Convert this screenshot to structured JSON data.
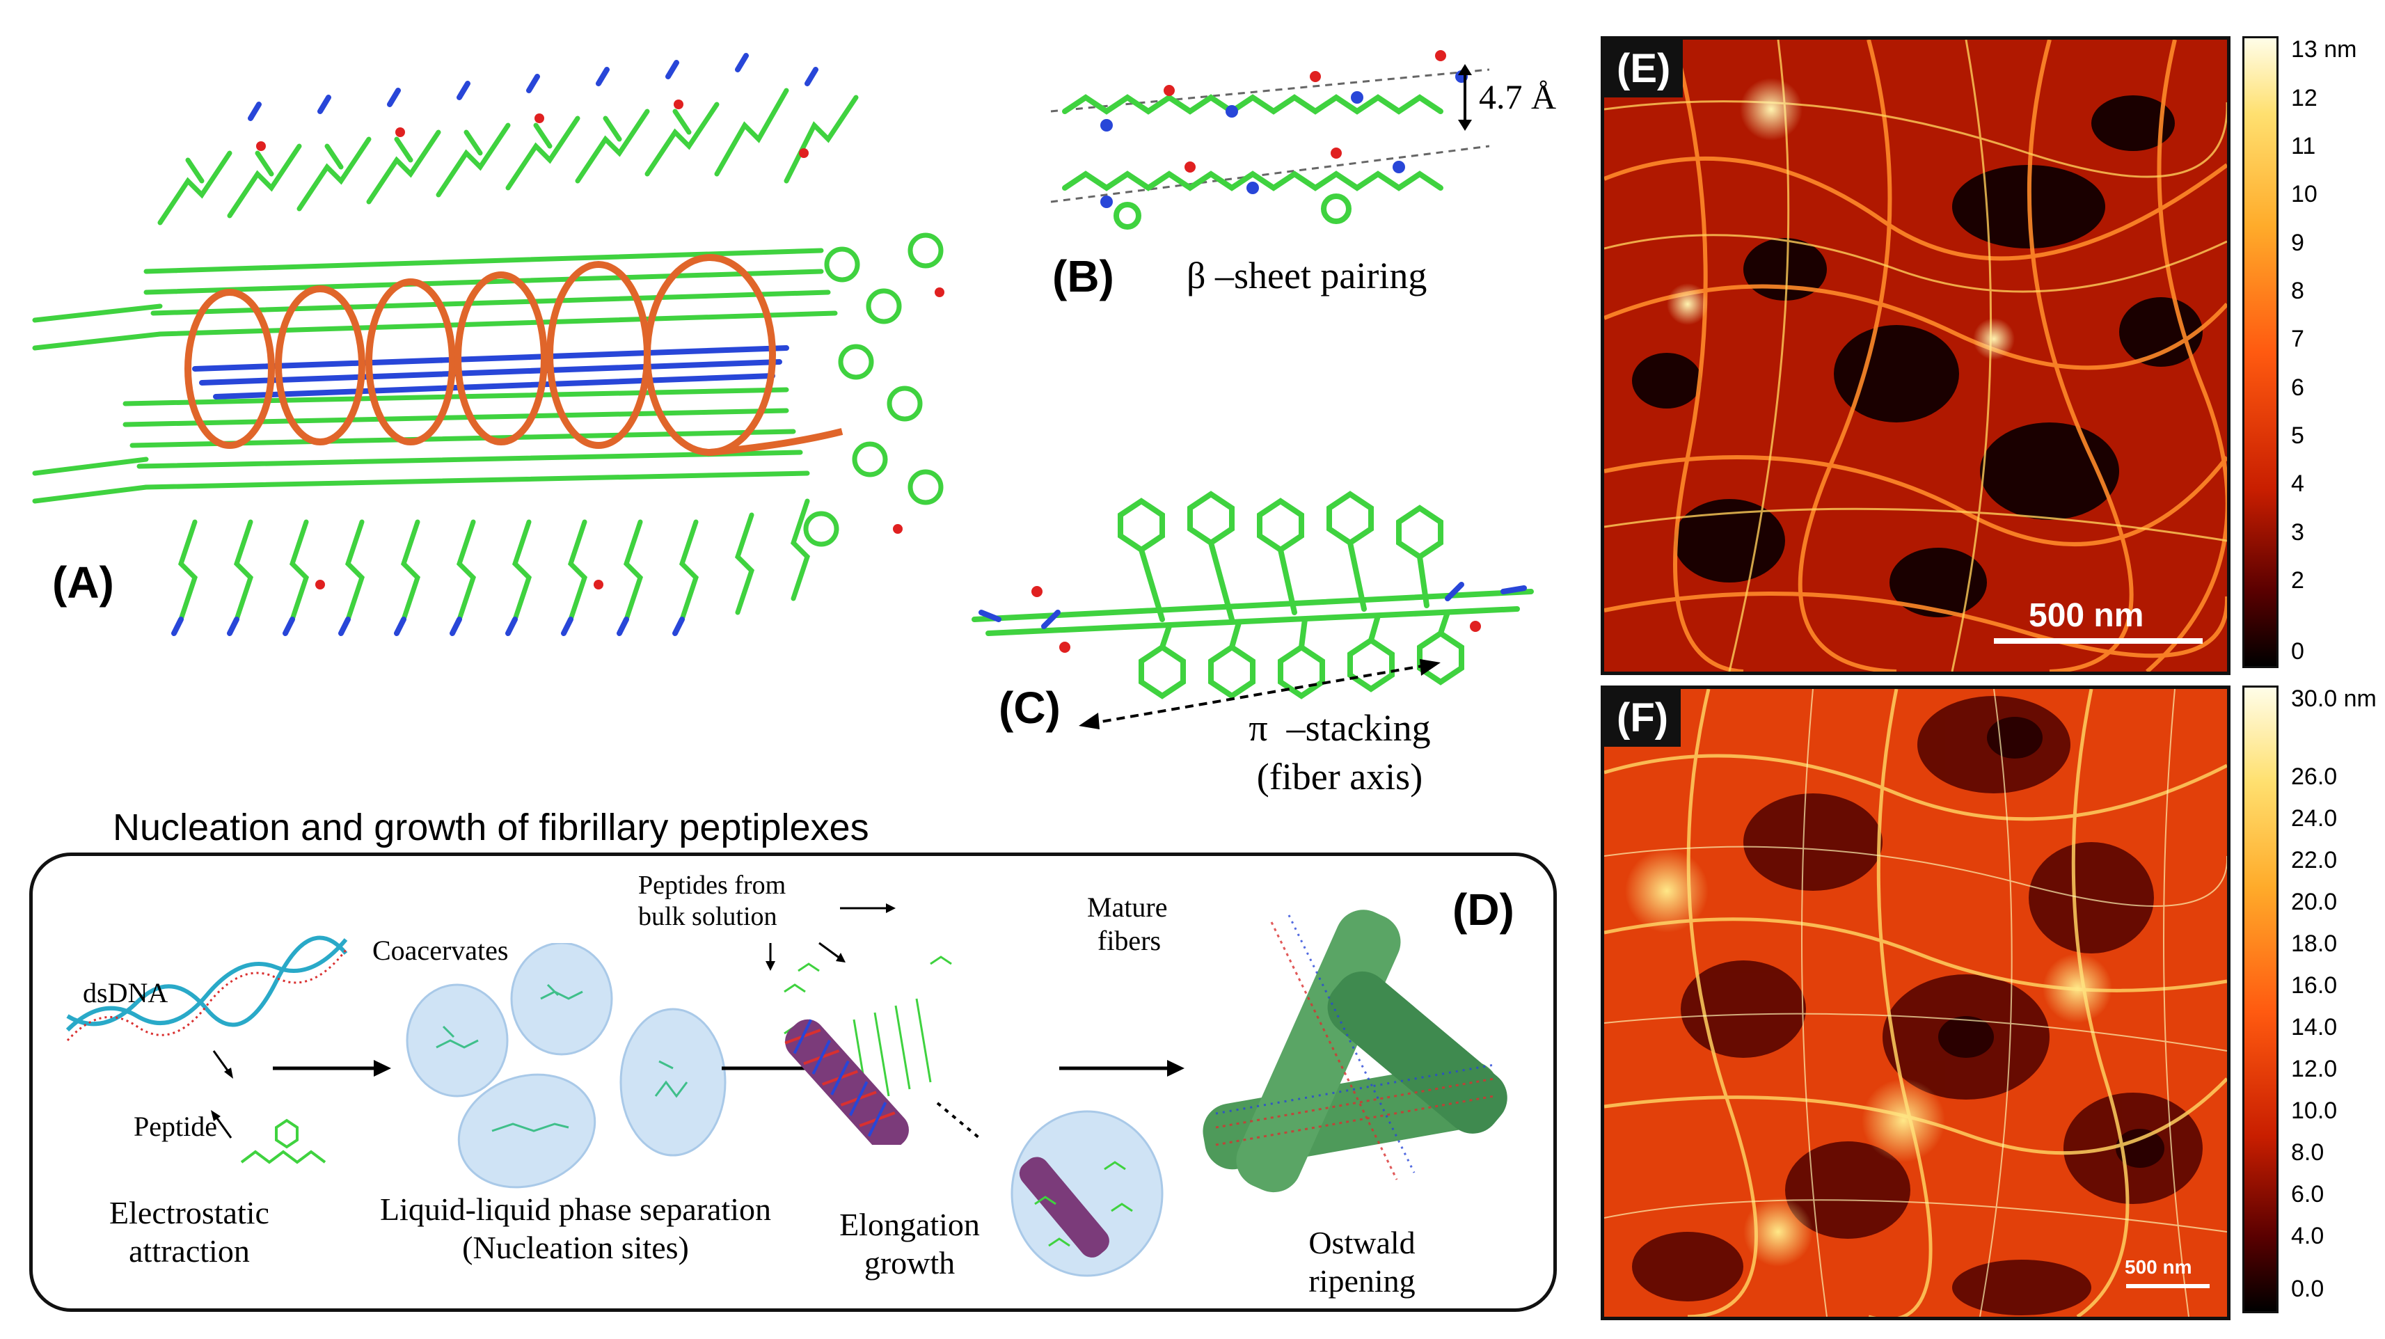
{
  "panels": {
    "A": {
      "label": "(A)"
    },
    "B": {
      "label": "(B)",
      "caption": "β –sheet pairing",
      "distance": "4.7 Å"
    },
    "C": {
      "label": "(C)",
      "caption_line1": "π  –stacking",
      "caption_line2": "(fiber axis)"
    },
    "D": {
      "label": "(D)",
      "title": "Nucleation and growth of fibrillary peptiplexes",
      "labels": {
        "dsdna": "dsDNA",
        "peptide": "Peptide",
        "coacervates": "Coacervates",
        "peptides_from_1": "Peptides from",
        "peptides_from_2": "bulk solution",
        "mature_1": "Mature",
        "mature_2": "fibers"
      },
      "stages": [
        {
          "line1": "Electrostatic",
          "line2": "attraction"
        },
        {
          "line1": "Liquid-liquid phase separation",
          "line2": "(Nucleation sites)"
        },
        {
          "line1": "Elongation",
          "line2": "growth"
        },
        {
          "line1": "Ostwald",
          "line2": "ripening"
        }
      ]
    },
    "E": {
      "label": "(E)",
      "scalebar": "500 nm",
      "colorbar_ticks": [
        "13 nm",
        "12",
        "11",
        "10",
        "9",
        "8",
        "7",
        "6",
        "5",
        "4",
        "3",
        "2",
        "0"
      ]
    },
    "F": {
      "label": "(F)",
      "scalebar": "500 nm",
      "colorbar_ticks": [
        "30.0 nm",
        "26.0",
        "24.0",
        "22.0",
        "20.0",
        "18.0",
        "16.0",
        "14.0",
        "12.0",
        "10.0",
        "8.0",
        "6.0",
        "4.0",
        "0.0"
      ]
    }
  },
  "colors": {
    "carbon": "#3fd23f",
    "nitrogen": "#2846d8",
    "oxygen": "#e02020",
    "dna_helix": "#e0652a",
    "afm_dark": "#1a0000",
    "afm_mid": "#d42a00",
    "afm_bright": "#ffe070",
    "coacervate": "#cfe3f5"
  }
}
